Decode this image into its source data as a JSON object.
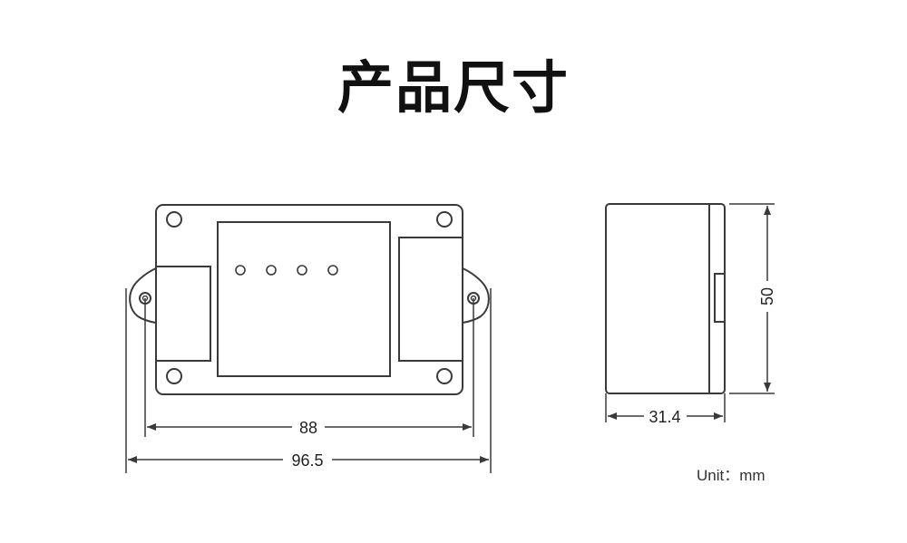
{
  "title": "产品尺寸",
  "unit_label": "Unit：mm",
  "dimensions": {
    "front_hole_spacing": "88",
    "front_total_width": "96.5",
    "side_depth": "31.4",
    "side_height": "50"
  },
  "colors": {
    "stroke": "#3a3a3a",
    "text": "#222222",
    "background": "#ffffff"
  }
}
